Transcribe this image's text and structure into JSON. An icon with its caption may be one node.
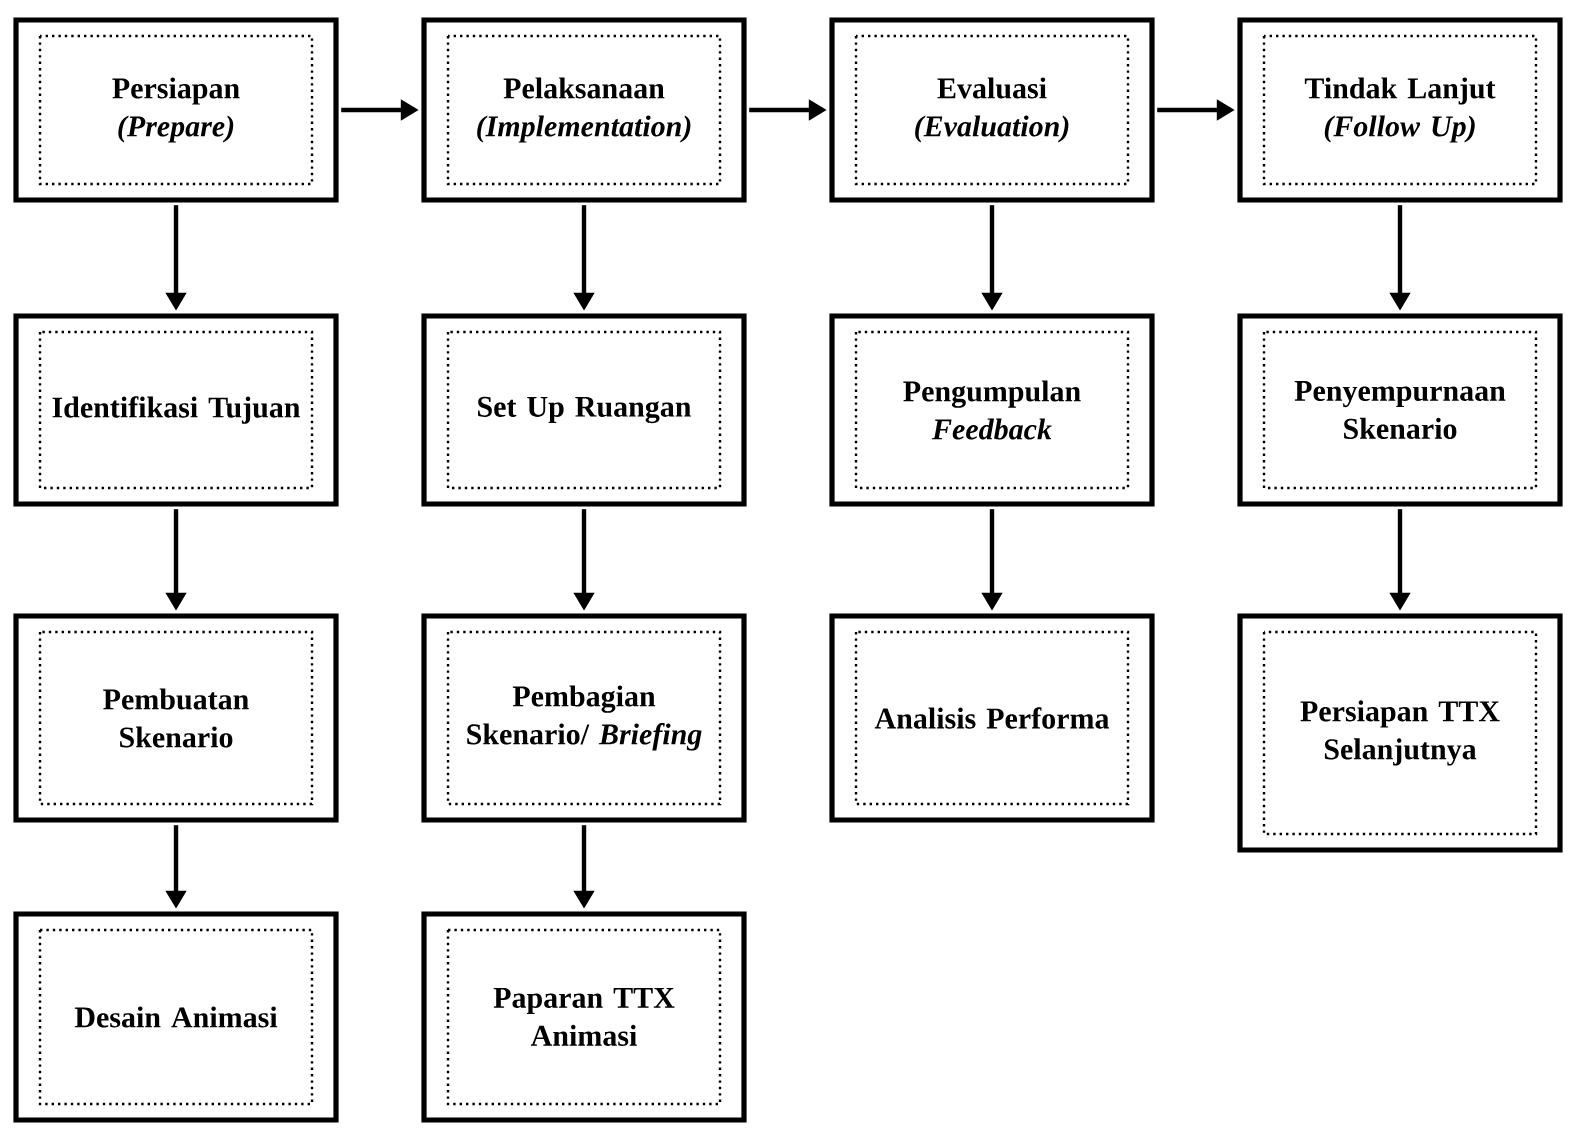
{
  "diagram": {
    "nodes": [
      {
        "text": [
          "Persiapan",
          "(Prepare)"
        ]
      },
      {
        "text": [
          "Identifikasi Tujuan"
        ]
      },
      {
        "text": [
          "Pembuatan Skenario"
        ]
      },
      {
        "text": [
          "Desain Animasi"
        ]
      },
      {
        "text": [
          "Pelaksanaan",
          "(Implementation)"
        ]
      },
      {
        "text": [
          "Set Up Ruangan"
        ]
      },
      {
        "text": [
          "Pembagian Skenario/ *Briefing*"
        ]
      },
      {
        "text": [
          "Paparan TTX Animasi"
        ]
      },
      {
        "text": [
          "Evaluasi",
          "(Evaluation)"
        ]
      },
      {
        "text": [
          "Pengumpulan *Feedback*"
        ]
      },
      {
        "text": [
          "Analisis Performa"
        ]
      },
      {
        "text": [
          "Tindak Lanjut",
          "(Follow Up)"
        ]
      },
      {
        "text": [
          "Penyempurnaan Skenario"
        ]
      },
      {
        "text": [
          "Persiapan TTX Selanjutnya"
        ]
      }
    ],
    "edges": [
      {
        "from": 0,
        "to": 4,
        "arrow": "to"
      },
      {
        "from": 4,
        "to": 8,
        "arrow": "to"
      },
      {
        "from": 8,
        "to": 11,
        "arrow": "to"
      },
      {
        "from": 0,
        "to": 1,
        "arrow": "to"
      },
      {
        "from": 1,
        "to": 2,
        "arrow": "to"
      },
      {
        "from": 2,
        "to": 3,
        "arrow": "to"
      },
      {
        "from": 4,
        "to": 5,
        "arrow": "to"
      },
      {
        "from": 5,
        "to": 6,
        "arrow": "to"
      },
      {
        "from": 6,
        "to": 7,
        "arrow": "to"
      },
      {
        "from": 8,
        "to": 9,
        "arrow": "to"
      },
      {
        "from": 9,
        "to": 10,
        "arrow": "to"
      },
      {
        "from": 11,
        "to": 12,
        "arrow": "to"
      },
      {
        "from": 12,
        "to": 13,
        "arrow": "to"
      }
    ]
  }
}
